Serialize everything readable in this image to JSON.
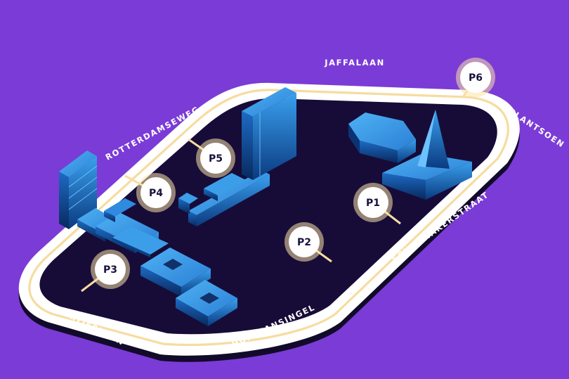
{
  "colors": {
    "background": "#7b3bd6",
    "ground": "#170c38",
    "road": "#ffffff",
    "track": "#f6dca0",
    "marker": "#fbe3a5",
    "building_light": "#2f8fe0",
    "building_dark": "#0a3f87"
  },
  "streets": {
    "jaffalaan": "JAFFALAAN",
    "zuidplantsoen": "ZUIDPLANTSOEN",
    "schoemakerstraat": "SCHOEMAKERSTRAAT",
    "huismansingel": "HUISMANSINGEL",
    "heertjeslaan": "HEERTJESLAAN",
    "rotterdamseweg": "ROTTERDAMSEWEG"
  },
  "markers": {
    "p1": "P1",
    "p2": "P2",
    "p3": "P3",
    "p4": "P4",
    "p5": "P5",
    "p6": "P6"
  }
}
